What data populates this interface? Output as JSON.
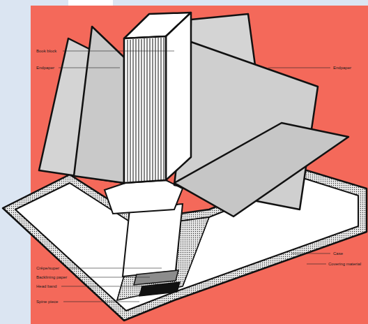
{
  "diagram": {
    "labels": [
      "Book block",
      "Endpaper",
      "Endpaper",
      "Crêpe/super",
      "Backlining paper",
      "Head band",
      "Spine piece",
      "Case",
      "Covering material"
    ]
  }
}
